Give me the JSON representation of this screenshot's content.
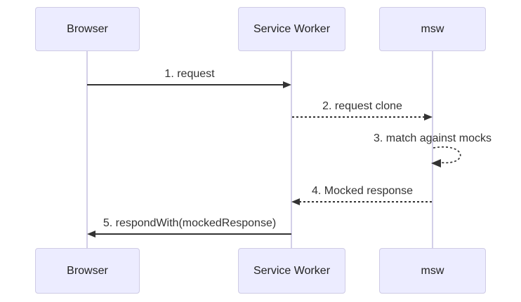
{
  "diagram": {
    "type": "sequence-diagram",
    "actors": [
      {
        "name": "Browser"
      },
      {
        "name": "Service Worker"
      },
      {
        "name": "msw"
      }
    ],
    "messages": [
      {
        "seq": 1,
        "label": "1. request",
        "from": "Browser",
        "to": "Service Worker",
        "line": "solid"
      },
      {
        "seq": 2,
        "label": "2. request clone",
        "from": "Service Worker",
        "to": "msw",
        "line": "dashed"
      },
      {
        "seq": 3,
        "label": "3. match against mocks",
        "from": "msw",
        "to": "msw",
        "line": "dashed-self-loop"
      },
      {
        "seq": 4,
        "label": "4. Mocked response",
        "from": "msw",
        "to": "Service Worker",
        "line": "dashed"
      },
      {
        "seq": 5,
        "label": "5. respondWith(mockedResponse)",
        "from": "Service Worker",
        "to": "Browser",
        "line": "solid"
      }
    ],
    "colors": {
      "background": "#FFFFFF",
      "actor_fill": "#ECECFF",
      "actor_border": "#CFCBE5",
      "lifeline": "#D3CFE8",
      "arrow": "#333333",
      "text": "#333333"
    }
  }
}
